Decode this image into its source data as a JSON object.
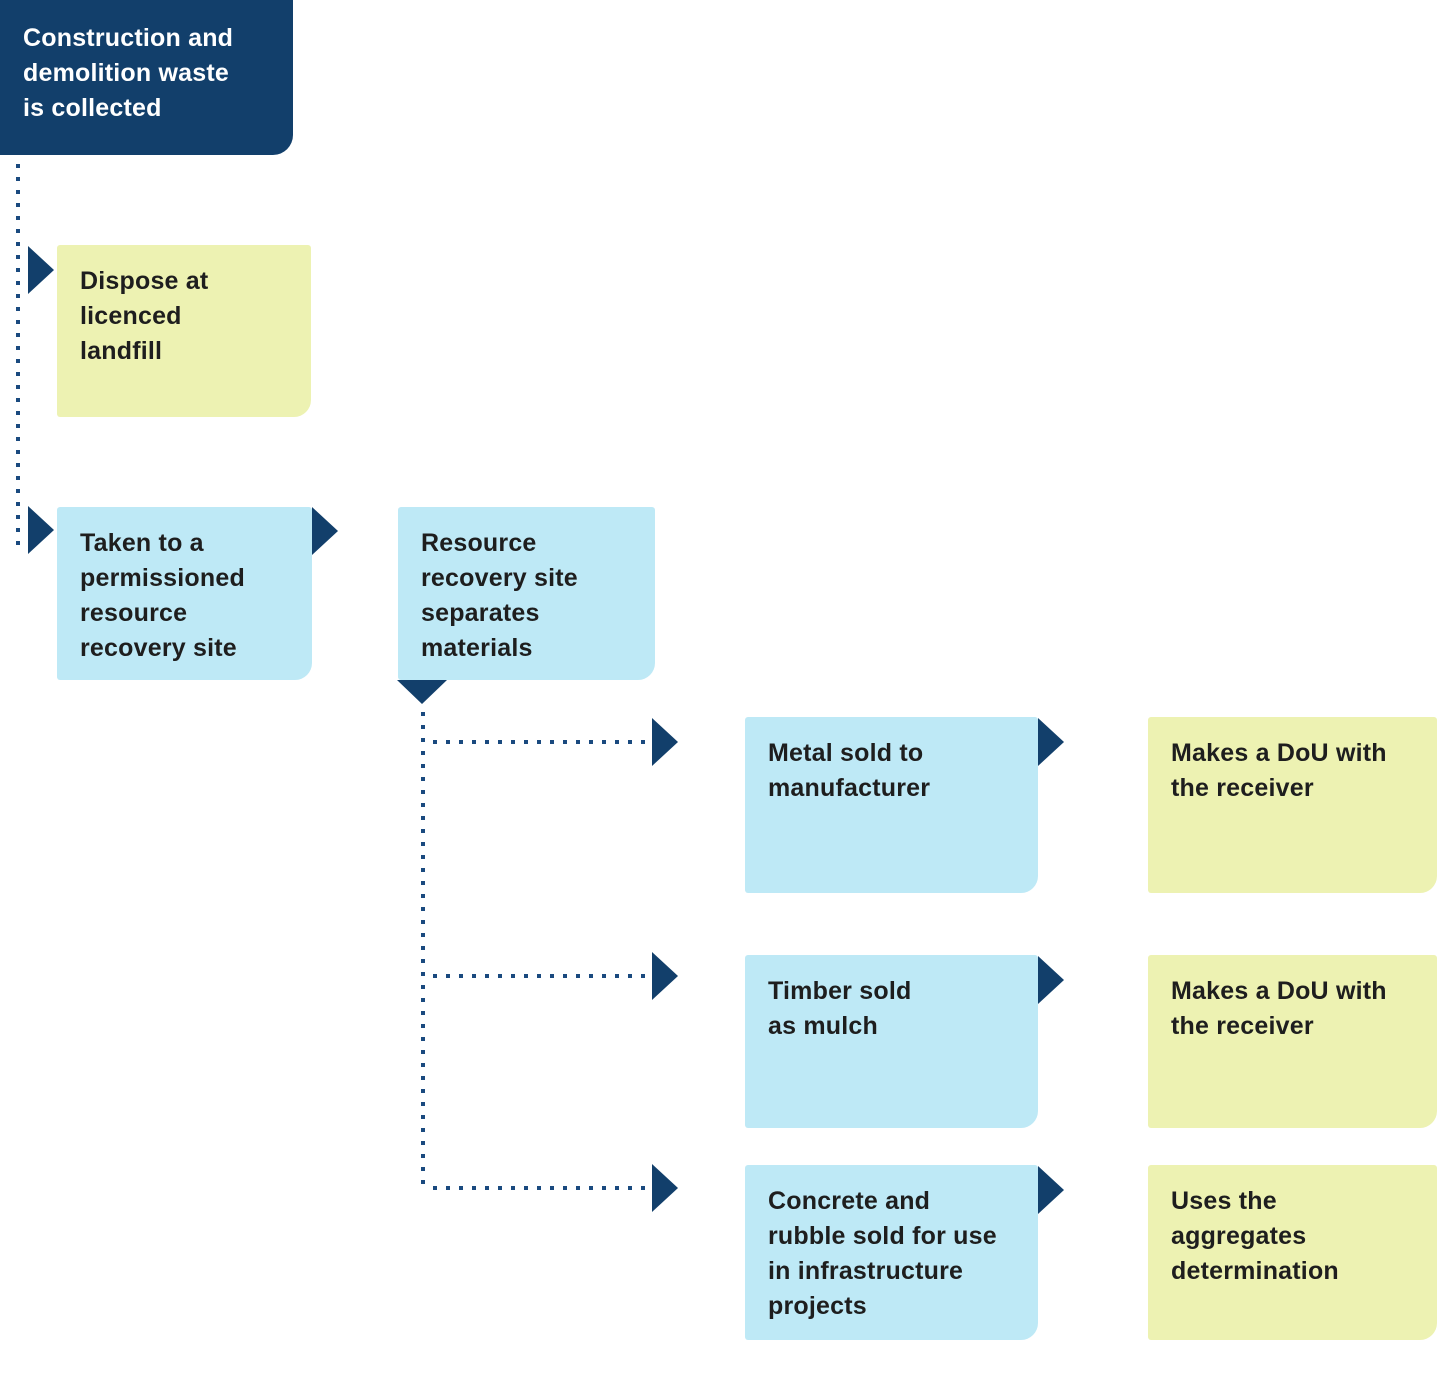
{
  "diagram": {
    "title": "Construction and demolition waste process flowchart",
    "colors": {
      "navy": "#123F6B",
      "light_blue": "#BEE9F6",
      "yellow_green": "#EDF2B2",
      "connector_dotted": "#1A4A7F",
      "text_dark": "#1E1E1E",
      "text_light": "#FFFFFF"
    },
    "nodes": {
      "start": {
        "label": "Construction and\ndemolition waste\nis collected",
        "type": "start"
      },
      "dispose": {
        "label": "Dispose at\nlicenced\nlandfill",
        "type": "outcome"
      },
      "taken": {
        "label": "Taken to a\npermissioned\nresource\nrecovery site",
        "type": "process"
      },
      "separate": {
        "label": "Resource\nrecovery site\nseparates\nmaterials",
        "type": "process"
      },
      "metal": {
        "label": "Metal sold to\nmanufacturer",
        "type": "process"
      },
      "dou_metal": {
        "label": "Makes a DoU with\nthe receiver",
        "type": "outcome"
      },
      "timber": {
        "label": "Timber sold\nas mulch",
        "type": "process"
      },
      "dou_timber": {
        "label": "Makes a DoU with\nthe receiver",
        "type": "outcome"
      },
      "concrete": {
        "label": "Concrete and\nrubble sold for use\nin infrastructure\nprojects",
        "type": "process"
      },
      "aggregates": {
        "label": "Uses the\naggregates\ndetermination",
        "type": "outcome"
      }
    },
    "edges": [
      {
        "from": "start",
        "to": "dispose",
        "style": "dotted-arrow"
      },
      {
        "from": "start",
        "to": "taken",
        "style": "dotted-arrow"
      },
      {
        "from": "taken",
        "to": "separate",
        "style": "solid-arrow"
      },
      {
        "from": "separate",
        "to": "metal",
        "style": "dotted-arrow"
      },
      {
        "from": "separate",
        "to": "timber",
        "style": "dotted-arrow"
      },
      {
        "from": "separate",
        "to": "concrete",
        "style": "dotted-arrow"
      },
      {
        "from": "metal",
        "to": "dou_metal",
        "style": "solid-arrow"
      },
      {
        "from": "timber",
        "to": "dou_timber",
        "style": "solid-arrow"
      },
      {
        "from": "concrete",
        "to": "aggregates",
        "style": "solid-arrow"
      }
    ]
  }
}
